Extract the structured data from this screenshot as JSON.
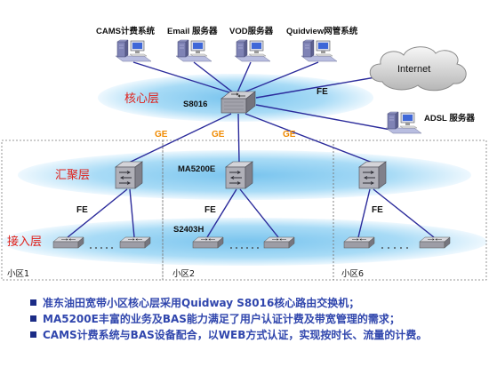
{
  "diagram": {
    "servers": [
      {
        "label": "CAMS计费系统",
        "icon": "server-icon"
      },
      {
        "label": "Email 服务器",
        "icon": "server-icon"
      },
      {
        "label": "VOD服务器",
        "icon": "server-icon"
      },
      {
        "label": "Quidview网管系统",
        "icon": "server-icon"
      }
    ],
    "internet_label": "Internet",
    "adsl_label": "ADSL 服务器",
    "layers": {
      "core": "核心层",
      "aggregation": "汇聚层",
      "access": "接入层"
    },
    "devices": {
      "core_switch": "S8016",
      "bas": "MA5200E",
      "access_switch": "S2403H"
    },
    "links": {
      "fe": "FE",
      "ge": "GE"
    },
    "zones": [
      "小区1",
      "小区2",
      "小区6"
    ]
  },
  "notes": [
    "准东油田宽带小区核心层采用Quidway S8016核心路由交换机；",
    "MA5200E丰富的业务及BAS能力满足了用户认证计费及带宽管理的需求；",
    "CAMS计费系统与BAS设备配合，以WEB方式认证，实现按时长、流量的计费。"
  ],
  "colors": {
    "layer_label": "#e0201a",
    "ge_label": "#f08a00",
    "link_line": "#2b2b9b",
    "note_text": "#3046ad",
    "bullet": "#1b2c86"
  }
}
